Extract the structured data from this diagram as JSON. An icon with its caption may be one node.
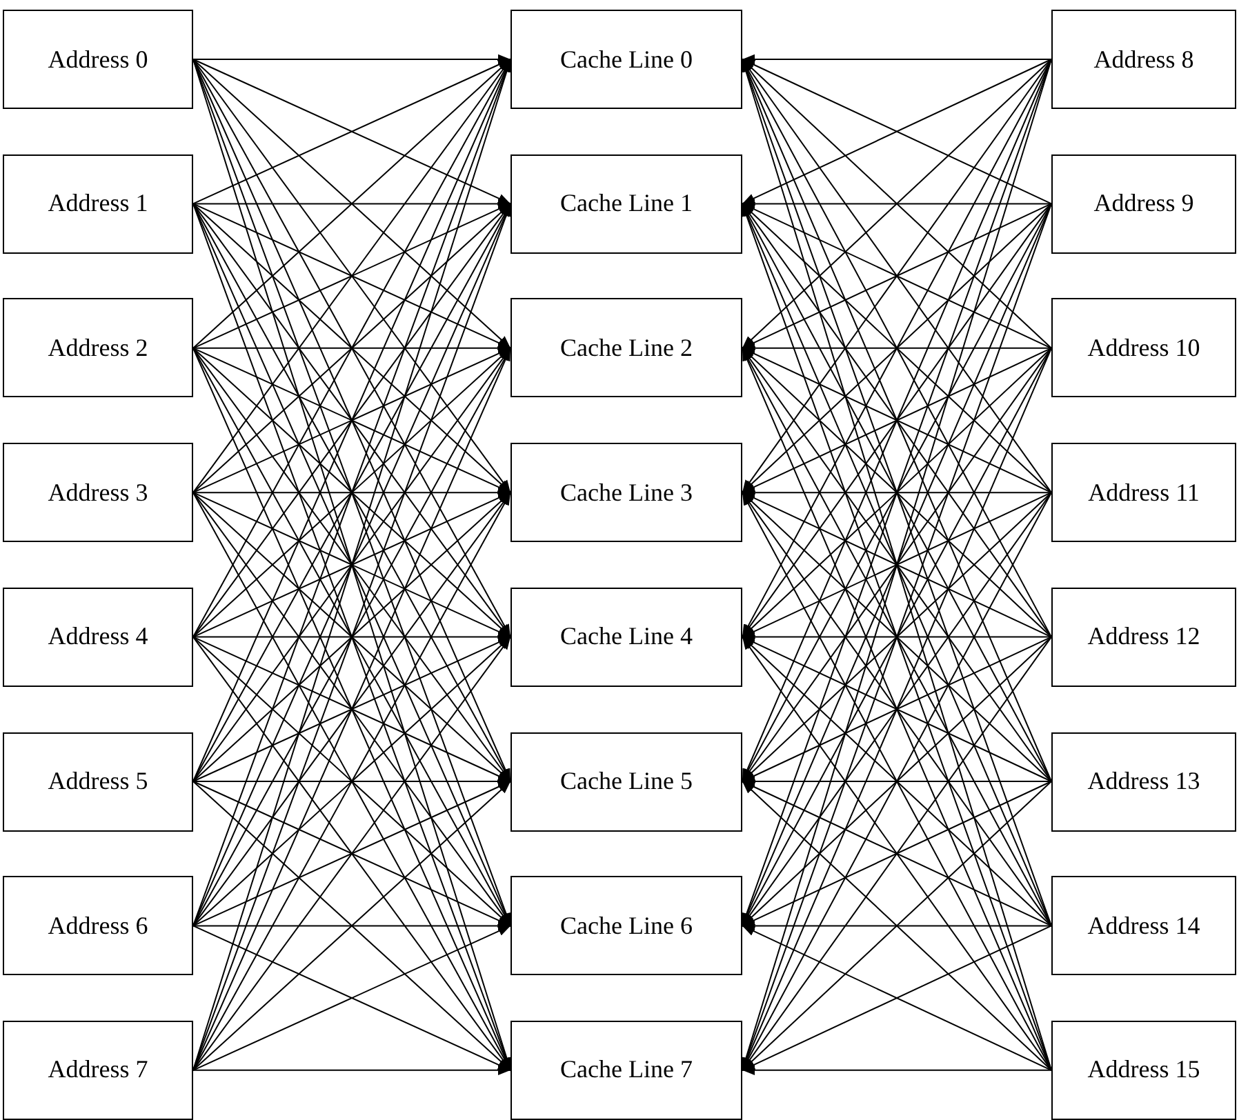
{
  "diagram": {
    "nodes": [
      {
        "text": [
          "Address 0"
        ]
      },
      {
        "text": [
          "Address 1"
        ]
      },
      {
        "text": [
          "Address 2"
        ]
      },
      {
        "text": [
          "Address 3"
        ]
      },
      {
        "text": [
          "Address 4"
        ]
      },
      {
        "text": [
          "Address 5"
        ]
      },
      {
        "text": [
          "Address 6"
        ]
      },
      {
        "text": [
          "Address 7"
        ]
      },
      {
        "text": [
          "Cache Line 0"
        ]
      },
      {
        "text": [
          "Cache Line 1"
        ]
      },
      {
        "text": [
          "Cache Line 2"
        ]
      },
      {
        "text": [
          "Cache Line 3"
        ]
      },
      {
        "text": [
          "Cache Line 4"
        ]
      },
      {
        "text": [
          "Cache Line 5"
        ]
      },
      {
        "text": [
          "Cache Line 6"
        ]
      },
      {
        "text": [
          "Cache Line 7"
        ]
      },
      {
        "text": [
          "Address 8"
        ]
      },
      {
        "text": [
          "Address 9"
        ]
      },
      {
        "text": [
          "Address 10"
        ]
      },
      {
        "text": [
          "Address 11"
        ]
      },
      {
        "text": [
          "Address 12"
        ]
      },
      {
        "text": [
          "Address 13"
        ]
      },
      {
        "text": [
          "Address 14"
        ]
      },
      {
        "text": [
          "Address 15"
        ]
      }
    ],
    "edges": [
      {
        "from": 0,
        "to": 8,
        "arrow": "to"
      },
      {
        "from": 0,
        "to": 9,
        "arrow": "to"
      },
      {
        "from": 0,
        "to": 10,
        "arrow": "to"
      },
      {
        "from": 0,
        "to": 11,
        "arrow": "to"
      },
      {
        "from": 0,
        "to": 12,
        "arrow": "to"
      },
      {
        "from": 0,
        "to": 13,
        "arrow": "to"
      },
      {
        "from": 0,
        "to": 14,
        "arrow": "to"
      },
      {
        "from": 0,
        "to": 15,
        "arrow": "to"
      },
      {
        "from": 1,
        "to": 8,
        "arrow": "to"
      },
      {
        "from": 1,
        "to": 9,
        "arrow": "to"
      },
      {
        "from": 1,
        "to": 10,
        "arrow": "to"
      },
      {
        "from": 1,
        "to": 11,
        "arrow": "to"
      },
      {
        "from": 1,
        "to": 12,
        "arrow": "to"
      },
      {
        "from": 1,
        "to": 13,
        "arrow": "to"
      },
      {
        "from": 1,
        "to": 14,
        "arrow": "to"
      },
      {
        "from": 1,
        "to": 15,
        "arrow": "to"
      },
      {
        "from": 2,
        "to": 8,
        "arrow": "to"
      },
      {
        "from": 2,
        "to": 9,
        "arrow": "to"
      },
      {
        "from": 2,
        "to": 10,
        "arrow": "to"
      },
      {
        "from": 2,
        "to": 11,
        "arrow": "to"
      },
      {
        "from": 2,
        "to": 12,
        "arrow": "to"
      },
      {
        "from": 2,
        "to": 13,
        "arrow": "to"
      },
      {
        "from": 2,
        "to": 14,
        "arrow": "to"
      },
      {
        "from": 2,
        "to": 15,
        "arrow": "to"
      },
      {
        "from": 3,
        "to": 8,
        "arrow": "to"
      },
      {
        "from": 3,
        "to": 9,
        "arrow": "to"
      },
      {
        "from": 3,
        "to": 10,
        "arrow": "to"
      },
      {
        "from": 3,
        "to": 11,
        "arrow": "to"
      },
      {
        "from": 3,
        "to": 12,
        "arrow": "to"
      },
      {
        "from": 3,
        "to": 13,
        "arrow": "to"
      },
      {
        "from": 3,
        "to": 14,
        "arrow": "to"
      },
      {
        "from": 3,
        "to": 15,
        "arrow": "to"
      },
      {
        "from": 4,
        "to": 8,
        "arrow": "to"
      },
      {
        "from": 4,
        "to": 9,
        "arrow": "to"
      },
      {
        "from": 4,
        "to": 10,
        "arrow": "to"
      },
      {
        "from": 4,
        "to": 11,
        "arrow": "to"
      },
      {
        "from": 4,
        "to": 12,
        "arrow": "to"
      },
      {
        "from": 4,
        "to": 13,
        "arrow": "to"
      },
      {
        "from": 4,
        "to": 14,
        "arrow": "to"
      },
      {
        "from": 4,
        "to": 15,
        "arrow": "to"
      },
      {
        "from": 5,
        "to": 8,
        "arrow": "to"
      },
      {
        "from": 5,
        "to": 9,
        "arrow": "to"
      },
      {
        "from": 5,
        "to": 10,
        "arrow": "to"
      },
      {
        "from": 5,
        "to": 11,
        "arrow": "to"
      },
      {
        "from": 5,
        "to": 12,
        "arrow": "to"
      },
      {
        "from": 5,
        "to": 13,
        "arrow": "to"
      },
      {
        "from": 5,
        "to": 14,
        "arrow": "to"
      },
      {
        "from": 5,
        "to": 15,
        "arrow": "to"
      },
      {
        "from": 6,
        "to": 8,
        "arrow": "to"
      },
      {
        "from": 6,
        "to": 9,
        "arrow": "to"
      },
      {
        "from": 6,
        "to": 10,
        "arrow": "to"
      },
      {
        "from": 6,
        "to": 11,
        "arrow": "to"
      },
      {
        "from": 6,
        "to": 12,
        "arrow": "to"
      },
      {
        "from": 6,
        "to": 13,
        "arrow": "to"
      },
      {
        "from": 6,
        "to": 14,
        "arrow": "to"
      },
      {
        "from": 6,
        "to": 15,
        "arrow": "to"
      },
      {
        "from": 7,
        "to": 8,
        "arrow": "to"
      },
      {
        "from": 7,
        "to": 9,
        "arrow": "to"
      },
      {
        "from": 7,
        "to": 10,
        "arrow": "to"
      },
      {
        "from": 7,
        "to": 11,
        "arrow": "to"
      },
      {
        "from": 7,
        "to": 12,
        "arrow": "to"
      },
      {
        "from": 7,
        "to": 13,
        "arrow": "to"
      },
      {
        "from": 7,
        "to": 14,
        "arrow": "to"
      },
      {
        "from": 7,
        "to": 15,
        "arrow": "to"
      },
      {
        "from": 16,
        "to": 8,
        "arrow": "to"
      },
      {
        "from": 16,
        "to": 9,
        "arrow": "to"
      },
      {
        "from": 16,
        "to": 10,
        "arrow": "to"
      },
      {
        "from": 16,
        "to": 11,
        "arrow": "to"
      },
      {
        "from": 16,
        "to": 12,
        "arrow": "to"
      },
      {
        "from": 16,
        "to": 13,
        "arrow": "to"
      },
      {
        "from": 16,
        "to": 14,
        "arrow": "to"
      },
      {
        "from": 16,
        "to": 15,
        "arrow": "to"
      },
      {
        "from": 17,
        "to": 8,
        "arrow": "to"
      },
      {
        "from": 17,
        "to": 9,
        "arrow": "to"
      },
      {
        "from": 17,
        "to": 10,
        "arrow": "to"
      },
      {
        "from": 17,
        "to": 11,
        "arrow": "to"
      },
      {
        "from": 17,
        "to": 12,
        "arrow": "to"
      },
      {
        "from": 17,
        "to": 13,
        "arrow": "to"
      },
      {
        "from": 17,
        "to": 14,
        "arrow": "to"
      },
      {
        "from": 17,
        "to": 15,
        "arrow": "to"
      },
      {
        "from": 18,
        "to": 8,
        "arrow": "to"
      },
      {
        "from": 18,
        "to": 9,
        "arrow": "to"
      },
      {
        "from": 18,
        "to": 10,
        "arrow": "to"
      },
      {
        "from": 18,
        "to": 11,
        "arrow": "to"
      },
      {
        "from": 18,
        "to": 12,
        "arrow": "to"
      },
      {
        "from": 18,
        "to": 13,
        "arrow": "to"
      },
      {
        "from": 18,
        "to": 14,
        "arrow": "to"
      },
      {
        "from": 18,
        "to": 15,
        "arrow": "to"
      },
      {
        "from": 19,
        "to": 8,
        "arrow": "to"
      },
      {
        "from": 19,
        "to": 9,
        "arrow": "to"
      },
      {
        "from": 19,
        "to": 10,
        "arrow": "to"
      },
      {
        "from": 19,
        "to": 11,
        "arrow": "to"
      },
      {
        "from": 19,
        "to": 12,
        "arrow": "to"
      },
      {
        "from": 19,
        "to": 13,
        "arrow": "to"
      },
      {
        "from": 19,
        "to": 14,
        "arrow": "to"
      },
      {
        "from": 19,
        "to": 15,
        "arrow": "to"
      },
      {
        "from": 20,
        "to": 8,
        "arrow": "to"
      },
      {
        "from": 20,
        "to": 9,
        "arrow": "to"
      },
      {
        "from": 20,
        "to": 10,
        "arrow": "to"
      },
      {
        "from": 20,
        "to": 11,
        "arrow": "to"
      },
      {
        "from": 20,
        "to": 12,
        "arrow": "to"
      },
      {
        "from": 20,
        "to": 13,
        "arrow": "to"
      },
      {
        "from": 20,
        "to": 14,
        "arrow": "to"
      },
      {
        "from": 20,
        "to": 15,
        "arrow": "to"
      },
      {
        "from": 21,
        "to": 8,
        "arrow": "to"
      },
      {
        "from": 21,
        "to": 9,
        "arrow": "to"
      },
      {
        "from": 21,
        "to": 10,
        "arrow": "to"
      },
      {
        "from": 21,
        "to": 11,
        "arrow": "to"
      },
      {
        "from": 21,
        "to": 12,
        "arrow": "to"
      },
      {
        "from": 21,
        "to": 13,
        "arrow": "to"
      },
      {
        "from": 21,
        "to": 14,
        "arrow": "to"
      },
      {
        "from": 21,
        "to": 15,
        "arrow": "to"
      },
      {
        "from": 22,
        "to": 8,
        "arrow": "to"
      },
      {
        "from": 22,
        "to": 9,
        "arrow": "to"
      },
      {
        "from": 22,
        "to": 10,
        "arrow": "to"
      },
      {
        "from": 22,
        "to": 11,
        "arrow": "to"
      },
      {
        "from": 22,
        "to": 12,
        "arrow": "to"
      },
      {
        "from": 22,
        "to": 13,
        "arrow": "to"
      },
      {
        "from": 22,
        "to": 14,
        "arrow": "to"
      },
      {
        "from": 22,
        "to": 15,
        "arrow": "to"
      },
      {
        "from": 23,
        "to": 8,
        "arrow": "to"
      },
      {
        "from": 23,
        "to": 9,
        "arrow": "to"
      },
      {
        "from": 23,
        "to": 10,
        "arrow": "to"
      },
      {
        "from": 23,
        "to": 11,
        "arrow": "to"
      },
      {
        "from": 23,
        "to": 12,
        "arrow": "to"
      },
      {
        "from": 23,
        "to": 13,
        "arrow": "to"
      },
      {
        "from": 23,
        "to": 14,
        "arrow": "to"
      },
      {
        "from": 23,
        "to": 15,
        "arrow": "to"
      }
    ]
  }
}
